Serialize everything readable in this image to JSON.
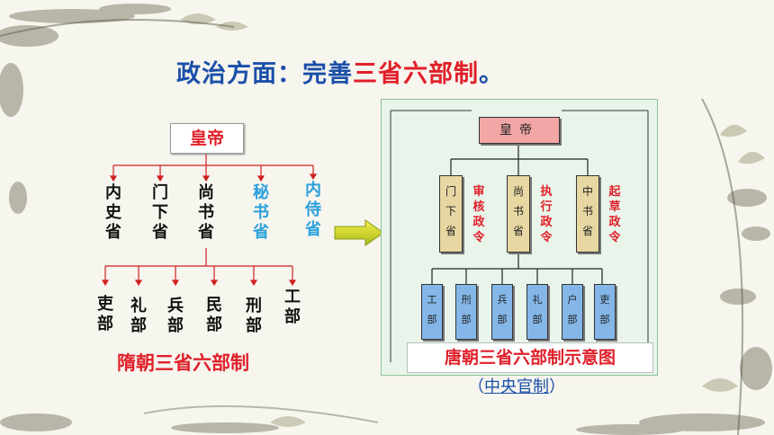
{
  "title": {
    "prefix": "政治方面：完善",
    "highlight": "三省六部制",
    "suffix": "。"
  },
  "sui": {
    "emperor": "皇帝",
    "sheng": [
      {
        "chars": [
          "内",
          "史",
          "省"
        ],
        "color": "black"
      },
      {
        "chars": [
          "门",
          "下",
          "省"
        ],
        "color": "black"
      },
      {
        "chars": [
          "尚",
          "书",
          "省"
        ],
        "color": "black"
      },
      {
        "chars": [
          "秘",
          "书",
          "省"
        ],
        "color": "blue"
      },
      {
        "chars": [
          "内",
          "侍",
          "省"
        ],
        "color": "blue"
      }
    ],
    "bu": [
      [
        "吏",
        "部"
      ],
      [
        "礼",
        "部"
      ],
      [
        "兵",
        "部"
      ],
      [
        "民",
        "部"
      ],
      [
        "刑",
        "部"
      ],
      [
        "工",
        "部"
      ]
    ],
    "caption": "隋朝三省六部制"
  },
  "tang": {
    "emperor": "皇帝",
    "sheng": [
      {
        "chars": [
          "门",
          "下",
          "省"
        ],
        "func": [
          "审",
          "核",
          "政",
          "令"
        ]
      },
      {
        "chars": [
          "尚",
          "书",
          "省"
        ],
        "func": [
          "执",
          "行",
          "政",
          "令"
        ]
      },
      {
        "chars": [
          "中",
          "书",
          "省"
        ],
        "func": [
          "起",
          "草",
          "政",
          "令"
        ]
      }
    ],
    "bu": [
      [
        "工",
        "部"
      ],
      [
        "刑",
        "部"
      ],
      [
        "兵",
        "部"
      ],
      [
        "礼",
        "部"
      ],
      [
        "户",
        "部"
      ],
      [
        "吏",
        "部"
      ]
    ],
    "caption": "唐朝三省六部制示意图",
    "subcaption": {
      "open": "（",
      "text": "中央官制",
      "close": "）"
    }
  },
  "colors": {
    "title_blue": "#1a4fa8",
    "red": "#e0202a",
    "blue_text": "#2aa0dc",
    "tang_emperor": "#f2a6a6",
    "tang_sheng": "#e7d7a2",
    "tang_bu": "#84b7e8"
  }
}
